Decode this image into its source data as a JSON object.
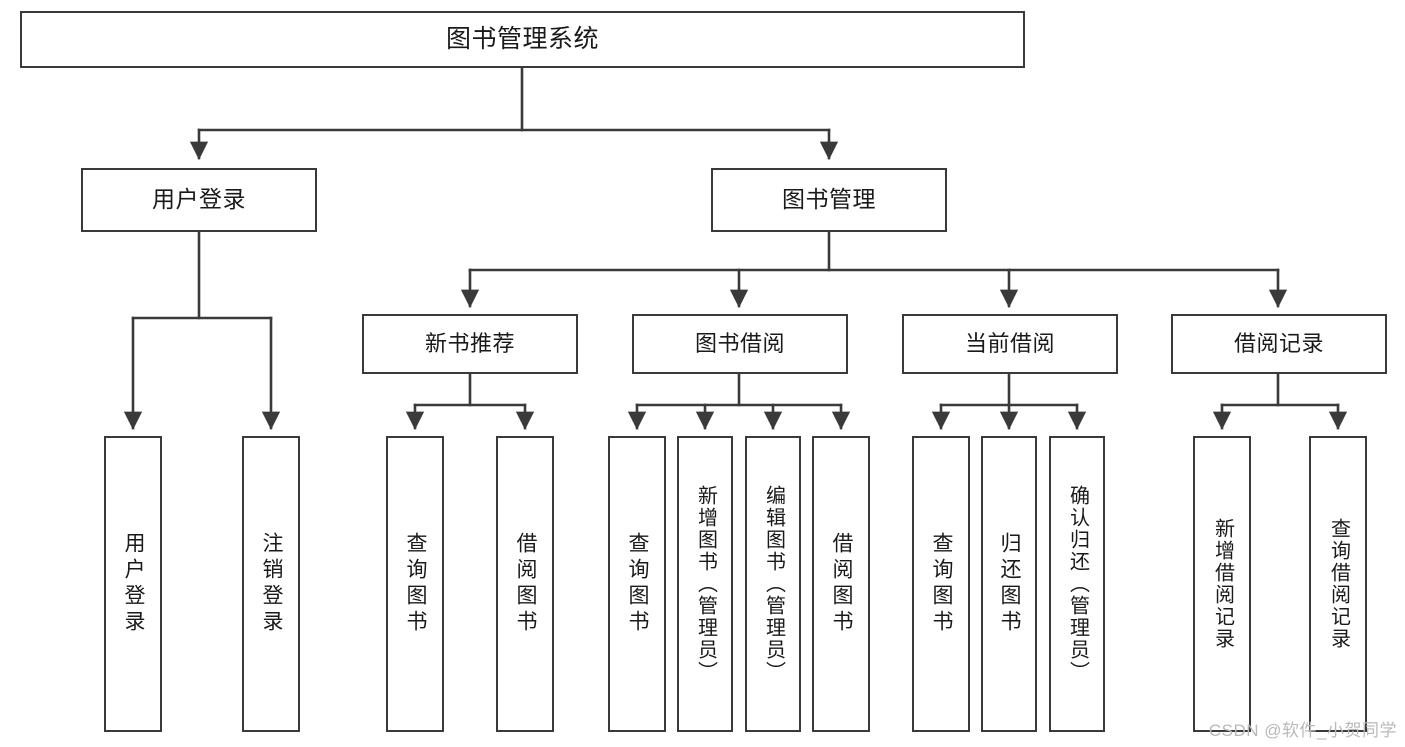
{
  "diagram": {
    "title": "图书管理系统",
    "type": "hierarchy-tree",
    "watermark": "CSDN @软件_小贺同学",
    "colors": {
      "box_border": "#3a3a3a",
      "box_fill": "#ffffff",
      "connector": "#3a3a3a",
      "text": "#1a1a1a",
      "watermark": "#b9b9b9",
      "background": "#ffffff"
    },
    "root": {
      "label": "图书管理系统"
    },
    "level2": [
      {
        "id": "user-login",
        "label": "用户登录"
      },
      {
        "id": "book-manage",
        "label": "图书管理"
      }
    ],
    "level3": [
      {
        "id": "new-book-recommend",
        "label": "新书推荐",
        "parent": "book-manage"
      },
      {
        "id": "book-borrow",
        "label": "图书借阅",
        "parent": "book-manage"
      },
      {
        "id": "current-borrow",
        "label": "当前借阅",
        "parent": "book-manage"
      },
      {
        "id": "borrow-record",
        "label": "借阅记录",
        "parent": "book-manage"
      }
    ],
    "leaves": [
      {
        "id": "leaf-user-login",
        "label": "用户登录",
        "parent": "user-login"
      },
      {
        "id": "leaf-user-logout",
        "label": "注销登录",
        "parent": "user-login"
      },
      {
        "id": "leaf-query-book-1",
        "label": "查询图书",
        "parent": "new-book-recommend"
      },
      {
        "id": "leaf-borrow-book-1",
        "label": "借阅图书",
        "parent": "new-book-recommend"
      },
      {
        "id": "leaf-query-book-2",
        "label": "查询图书",
        "parent": "book-borrow"
      },
      {
        "id": "leaf-add-book",
        "label": "新增图书（管理员）",
        "parent": "book-borrow"
      },
      {
        "id": "leaf-edit-book",
        "label": "编辑图书（管理员）",
        "parent": "book-borrow"
      },
      {
        "id": "leaf-borrow-book-2",
        "label": "借阅图书",
        "parent": "book-borrow"
      },
      {
        "id": "leaf-query-book-3",
        "label": "查询图书",
        "parent": "current-borrow"
      },
      {
        "id": "leaf-return-book",
        "label": "归还图书",
        "parent": "current-borrow"
      },
      {
        "id": "leaf-confirm-return",
        "label": "确认归还（管理员）",
        "parent": "current-borrow"
      },
      {
        "id": "leaf-add-record",
        "label": "新增借阅记录",
        "parent": "borrow-record"
      },
      {
        "id": "leaf-query-record",
        "label": "查询借阅记录",
        "parent": "borrow-record"
      }
    ]
  }
}
